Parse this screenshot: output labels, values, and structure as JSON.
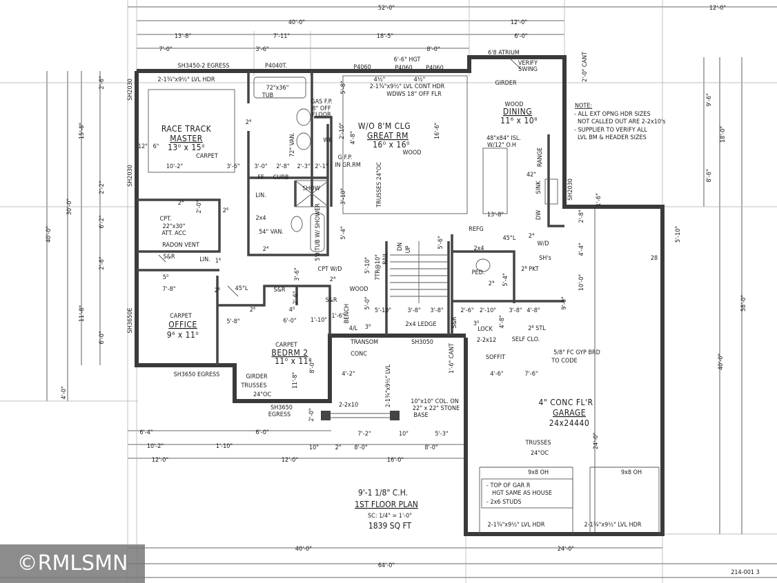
{
  "plan": {
    "ceiling": "9'-1 1/8\" C.H.",
    "title": "1ST FLOOR PLAN",
    "scale": "SC: 1/4\" = 1'-0\"",
    "area": "1839 SQ FT",
    "sheet": "214-001 3"
  },
  "watermark": "©RMLSMN",
  "rooms": {
    "master": {
      "prefix": "RACE TRACK",
      "name": "MASTER",
      "size": "13⁰ x 15⁰",
      "floor": "CARPET"
    },
    "great_room": {
      "note": "W/O 8'M CLG",
      "name": "GREAT RM",
      "size": "16⁰ x 16⁰",
      "floor": "WOOD"
    },
    "dining": {
      "floor": "WOOD",
      "name": "DINING",
      "size": "11⁶ x 10⁸"
    },
    "office": {
      "floor": "CARPET",
      "name": "OFFICE",
      "size": "9⁶ x 11⁰"
    },
    "bedroom2": {
      "floor": "CARPET",
      "name": "BEDRM 2",
      "size": "11⁰ x 11⁸"
    },
    "garage": {
      "floor": "4\" CONC FL'R",
      "name": "GARAGE",
      "size": "24x24440"
    }
  },
  "labels": [
    "SH3450-2 EGRESS",
    "P4040T.",
    "P4060",
    "6'-6\" HGT",
    "P4060",
    "P4060",
    "6'8 ATRIUM",
    "VERIFY",
    "SWING",
    "GIRDER",
    "2'-0\" CANT",
    "2-1¾\"x9½\" LVL HDR",
    "SH2030",
    "SH2030",
    "72\"x36\"",
    "TUB",
    "72\" VAN.",
    "FF",
    "CURB",
    "LIN.",
    "SHOW",
    "2x4",
    "54\" VAN.",
    "5'0 TUB W/ SHOWER",
    "GAS F.P.",
    "8\" OFF",
    "FLOOR",
    "WK",
    "G F.P.",
    "IN GR.RM",
    "2-1¾\"x9½\" LVL CONT HDR",
    "WDWS 18\" OFF FLR",
    "TRUSSES 24\"OC",
    "48\"x84\" ISL.",
    "W/12\" O.H",
    "RANGE",
    "SINK",
    "DW",
    "SH2030",
    "NOTE:",
    "- ALL EXT OPNG HDR SIZES",
    "NOT CALLED OUT ARE 2-2x10's",
    "- SUPPLIER TO VERIFY ALL",
    "LVL BM & HEADER SIZES",
    "CPT.",
    "22\"x30\"",
    "ATT. ACC",
    "RADON VENT",
    "S&R",
    "LIN.",
    "45°L",
    "SH3650E",
    "SH3650 EGRESS",
    "GIRDER",
    "TRUSSES",
    "24\"OC",
    "SH3650",
    "EGRESS",
    "S&R",
    "S&R",
    "CPT W/D",
    "WOOD",
    "BENCH",
    "TRANSOM",
    "CONC",
    "RAIL",
    "DN",
    "UP",
    "2x4 LEDGE",
    "SH3050",
    "2-1¾\"x9½\" LVL",
    "2-2x10",
    "10\"x10\" COL. ON",
    "22\" x 22\" STONE",
    "BASE",
    "REFG",
    "2x4",
    "W/D",
    "SH's",
    "PED.",
    "2⁸ PKT",
    "S&R",
    "LOCK",
    "2⁸ STL",
    "SELF CLO.",
    "2-2x12",
    "SOFFIT",
    "1'-6\" CANT",
    "5/8\" FC GYP BRD",
    "TO CODE",
    "TRUSSES",
    "24\"OC",
    "9x8 OH",
    "9x8 OH",
    "- TOP OF GAR R",
    "HGT SAME AS HOUSE",
    "- 2x6 STUDS",
    "2-1¾\"x9½\" LVL HDR",
    "2-1¾\"x9½\" LVL HDR",
    "45°L",
    "4½\"",
    "4½\""
  ],
  "dims": [
    "52'-0\"",
    "12'-0\"",
    "40'-0\"",
    "12'-0\"",
    "13'-8\"",
    "7'-11\"",
    "18'-5\"",
    "6'-0\"",
    "7'-0\"",
    "3'-6\"",
    "8'-0\"",
    "12\"",
    "6\"",
    "10'-2\"",
    "3'-6\"",
    "3'-0\"",
    "2'-8\"",
    "2'-3\"",
    "2'-1\"",
    "2⁴",
    "5'-8\"",
    "2'-10\"",
    "4'-8\"",
    "16'-6\"",
    "3'-10\"",
    "5'-4\"",
    "42\"",
    "13'-8\"",
    "9'-6\"",
    "18'-0\"",
    "8'-6\"",
    "1'-6\"",
    "2'-8\"",
    "4'-4\"",
    "5'-10\"",
    "28",
    "10'-0\"",
    "58'-0\"",
    "40'-0\"",
    "40'-0\"",
    "30'-0\"",
    "15'-8\"",
    "2'-6\"",
    "2'-2\"",
    "6'-2\"",
    "2'-6\"",
    "11'-8\"",
    "6'-0\"",
    "4'-0\"",
    "2⁴",
    "2'-0\"",
    "2⁶",
    "1⁶",
    "5⁰",
    "7'-8\"",
    "2⁶",
    "2⁴",
    "5'-8\"",
    "2⁶",
    "4⁰",
    "6'-0\"",
    "1'-10\"",
    "2'-6\"",
    "3'-6\"",
    "2⁴",
    "8'-0\"",
    "11'-8\"",
    "2'-0\"",
    "4'-2\"",
    "3⁰",
    "4/L",
    "1'-6\"",
    "5'-10\"",
    "5'-0\"",
    "5'-10\"",
    "7TR@10\"",
    "3'-8\"",
    "3'-8\"",
    "5'-6\"",
    "7'-2\"",
    "10\"",
    "5'-3\"",
    "2⁴",
    "2⁴",
    "5'-4\"",
    "2'-6\"",
    "2'-10\"",
    "3'-8\"",
    "4'-8\"",
    "3⁰",
    "4'-8\"",
    "4'-6\"",
    "7'-6\"",
    "9'-0\"",
    "24'-0\"",
    "6'-4\"",
    "10'-2\"",
    "1'-10\"",
    "6'-0\"",
    "12'-0\"",
    "12'-0\"",
    "16'-0\"",
    "10\"",
    "2\"",
    "8'-0\"",
    "8'-0\"",
    "40'-0\"",
    "24'-0\"",
    "64'-0\""
  ]
}
